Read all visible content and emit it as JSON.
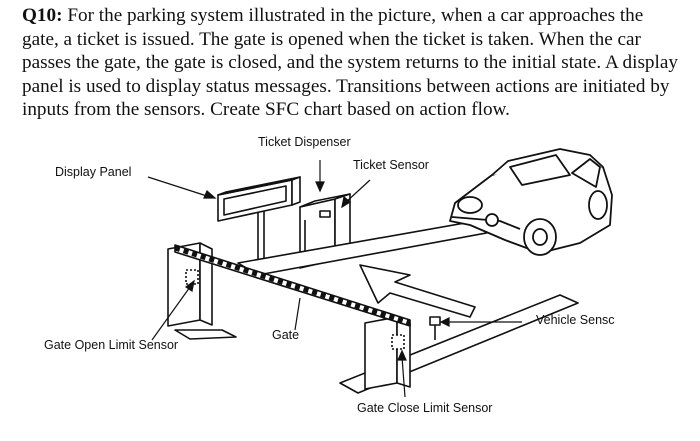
{
  "question": {
    "number": "Q10:",
    "text": "For the parking system illustrated in the picture, when a car approaches the gate, a ticket is issued. The gate is opened when the ticket is taken. When the car passes the gate, the gate is closed, and the system returns to the initial state. A display panel is used to display status messages. Transitions between actions are initiated by inputs from the sensors. Create  SFC chart based on action flow."
  },
  "figure": {
    "labels": {
      "ticket_dispenser": "Ticket Dispenser",
      "ticket_sensor": "Ticket Sensor",
      "display_panel": "Display Panel",
      "vehicle_sensor": "Vehicle Sensc",
      "gate": "Gate",
      "gate_open_limit_sensor": "Gate Open Limit Sensor",
      "gate_close_limit_sensor": "Gate Close Limit Sensor"
    }
  }
}
